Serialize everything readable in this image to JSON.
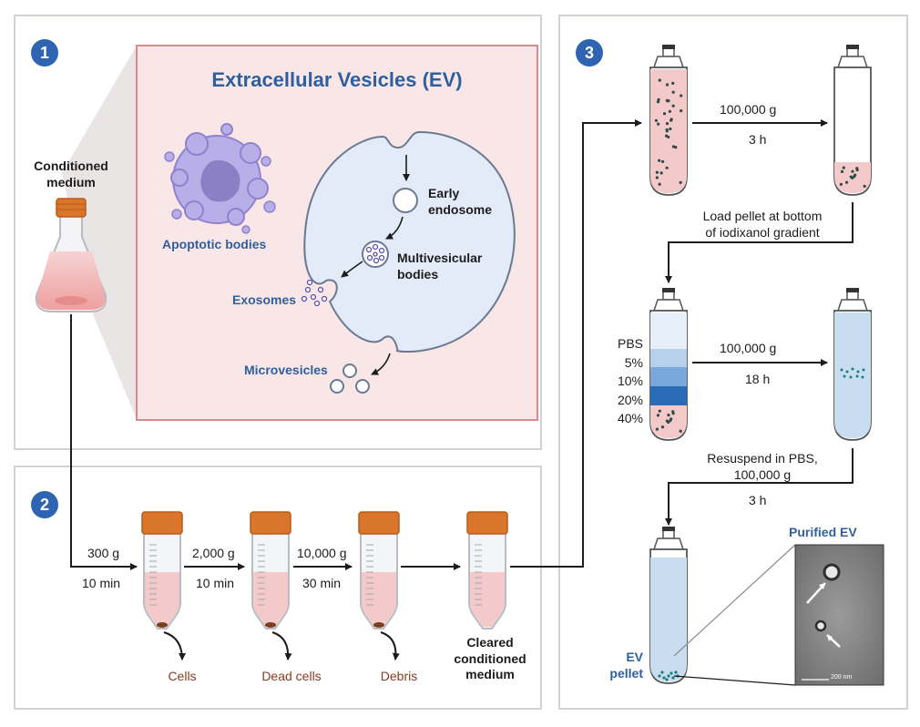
{
  "steps": {
    "one": "1",
    "two": "2",
    "three": "3"
  },
  "panel1": {
    "title": "Extracellular Vesicles (EV)",
    "source": "Conditioned\nmedium",
    "apoptotic": "Apoptotic bodies",
    "early": "Early\nendosome",
    "mvb": "Multivesicular\nbodies",
    "exosomes": "Exosomes",
    "microvesicles": "Microvesicles"
  },
  "panel2": {
    "spin1_speed": "300 g",
    "spin1_time": "10 min",
    "spin2_speed": "2,000 g",
    "spin2_time": "10 min",
    "spin3_speed": "10,000 g",
    "spin3_time": "30 min",
    "out1": "Cells",
    "out2": "Dead cells",
    "out3": "Debris",
    "final": "Cleared\nconditioned\nmedium"
  },
  "panel3": {
    "spin_a_speed": "100,000 g",
    "spin_a_time": "3 h",
    "load": "Load pellet at bottom\nof iodixanol gradient",
    "gradient": [
      "PBS",
      "5%",
      "10%",
      "20%",
      "40%"
    ],
    "spin_b_speed": "100,000 g",
    "spin_b_time": "18 h",
    "resuspend": "Resuspend in PBS,\n100,000 g",
    "spin_c_time": "3 h",
    "pellet": "EV\npellet",
    "purified": "Purified EV",
    "scalebar": "200 nm"
  },
  "colors": {
    "badge": "#2f64b2",
    "label_blue": "#2f5f9e",
    "output_brown": "#8a3b22",
    "medium_pink": "#f3c9c9",
    "inset_bg": "#f9e7e7",
    "inset_border": "#d98989",
    "cap_orange": "#d9762b",
    "gradient_blue": [
      "#e6eef8",
      "#b9d0ec",
      "#7aa7dc",
      "#2a6bb6"
    ],
    "pbs_blue": "#c9ddf1",
    "vesicle_purple": "#9c8ed8"
  }
}
